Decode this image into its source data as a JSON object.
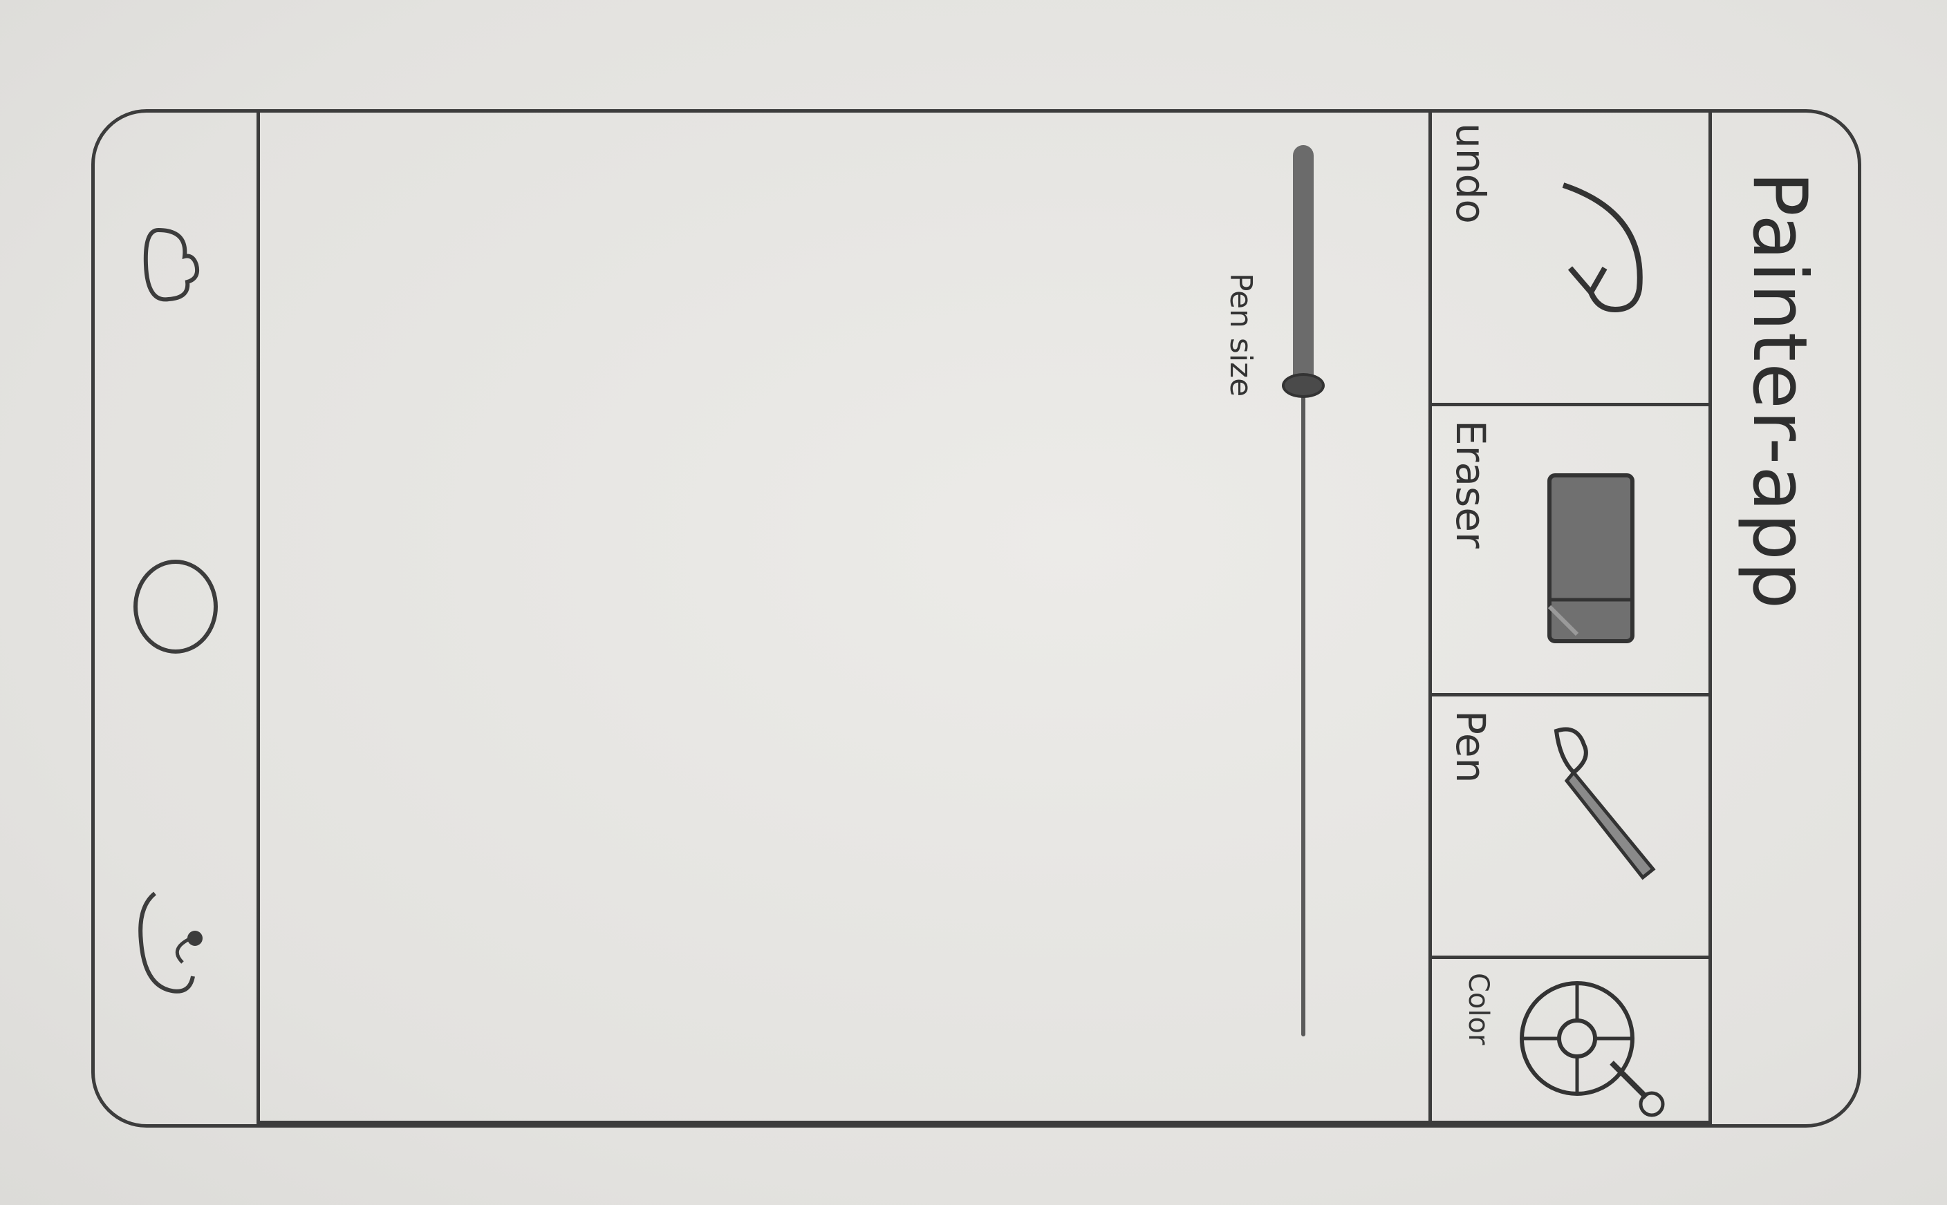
{
  "app": {
    "title": "Painter-app"
  },
  "toolbar": {
    "items": [
      {
        "label": "undo",
        "icon": "undo-arrow-icon"
      },
      {
        "label": "Eraser",
        "icon": "eraser-icon"
      },
      {
        "label": "Pen",
        "icon": "pen-icon"
      },
      {
        "label": "Color",
        "icon": "color-wheel-icon"
      }
    ]
  },
  "pen_size": {
    "label": "Pen size",
    "value_fraction": 0.27
  },
  "nav_bar": {
    "buttons": [
      "recent-apps-icon",
      "home-icon",
      "back-icon"
    ]
  }
}
